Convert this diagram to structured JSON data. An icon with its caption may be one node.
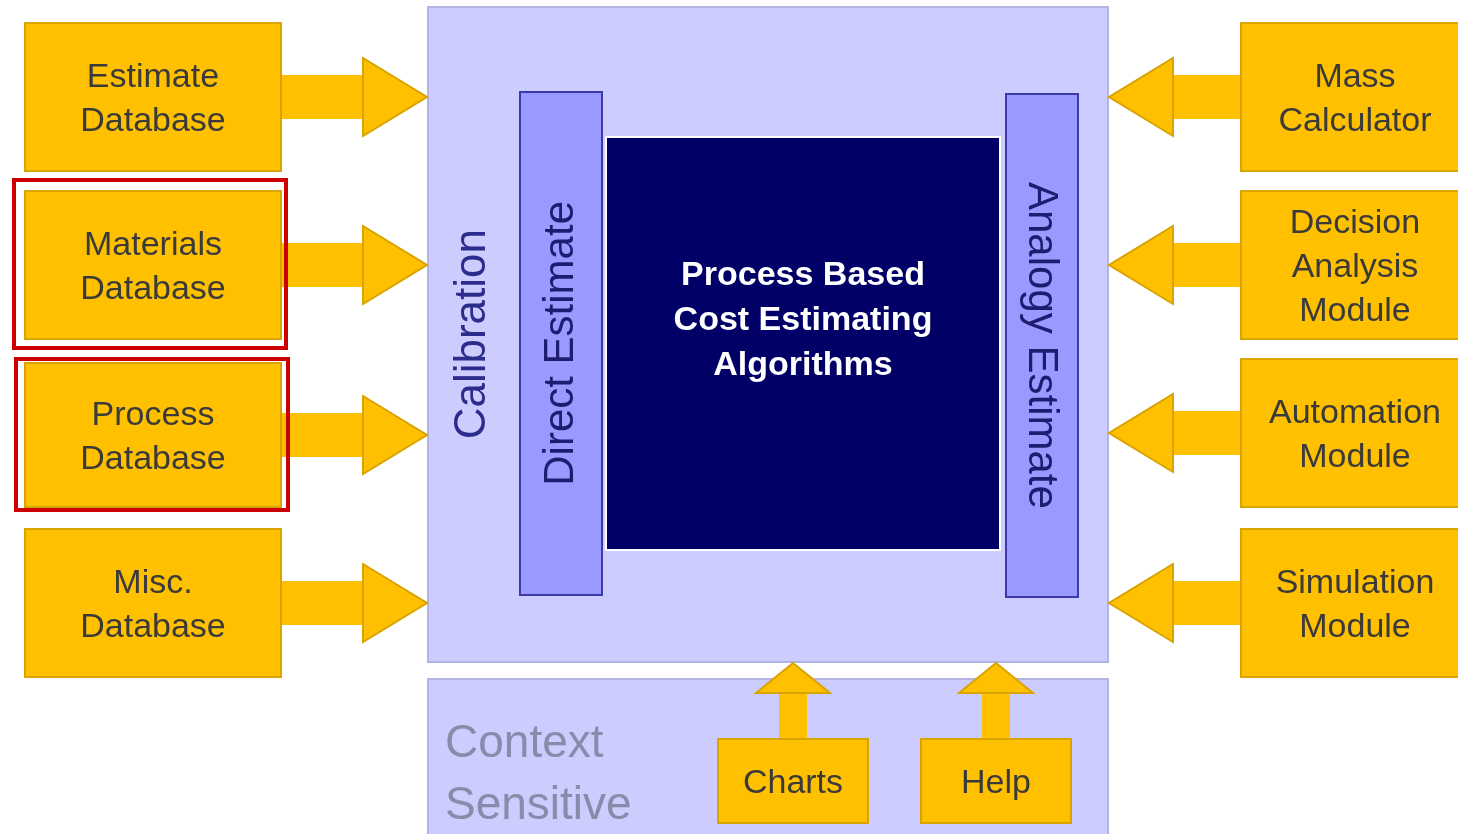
{
  "diagram": {
    "nodes": [
      {
        "text": [
          "Estimate Database"
        ]
      },
      {
        "text": [],
        "shape": "box"
      },
      {
        "text": [
          "Materials Database"
        ],
        "in": 1
      },
      {
        "text": [],
        "shape": "box"
      },
      {
        "text": [
          "Process Database"
        ],
        "in": 3
      },
      {
        "text": [
          "Misc. Database"
        ]
      },
      {
        "text": [
          "Calibration"
        ]
      },
      {
        "text": [
          "Direct Estimate"
        ],
        "in": 6
      },
      {
        "text": [
          "Analogy Estimate"
        ],
        "in": 6
      },
      {
        "text": [
          "Process Based Cost Estimating Algorithms"
        ],
        "in": 6
      },
      {
        "text": [
          "Context Sensitive"
        ]
      },
      {
        "text": [
          "Charts"
        ],
        "in": 10
      },
      {
        "text": [
          "Help"
        ],
        "in": 10
      },
      {
        "text": [
          "Mass Calculator"
        ]
      },
      {
        "text": [
          "Decision Analysis Module"
        ]
      },
      {
        "text": [
          "Automation Module"
        ]
      },
      {
        "text": [
          "Simulation Module"
        ]
      }
    ],
    "edges": [
      {
        "from": 0,
        "to": 6,
        "arrow": "to"
      },
      {
        "from": 2,
        "to": 6,
        "arrow": "to"
      },
      {
        "from": 4,
        "to": 6,
        "arrow": "to"
      },
      {
        "from": 5,
        "to": 6,
        "arrow": "to"
      },
      {
        "from": 13,
        "to": 6,
        "arrow": "to"
      },
      {
        "from": 14,
        "to": 6,
        "arrow": "to"
      },
      {
        "from": 15,
        "to": 6,
        "arrow": "to"
      },
      {
        "from": 16,
        "to": 6,
        "arrow": "to"
      },
      {
        "from": 11,
        "to": 6,
        "arrow": "to"
      },
      {
        "from": 12,
        "to": 6,
        "arrow": "to"
      }
    ]
  }
}
